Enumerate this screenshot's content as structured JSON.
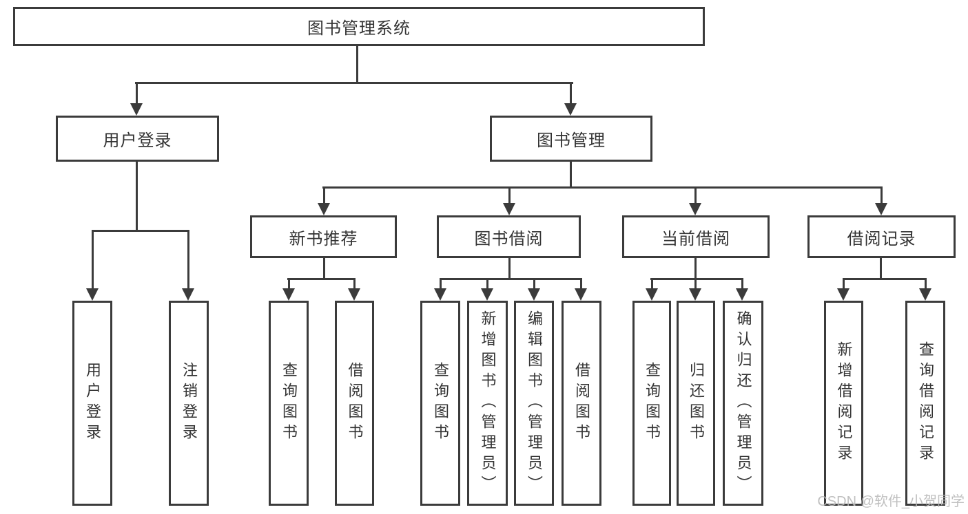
{
  "diagram_title": "图书管理系统",
  "nodes": {
    "root": "图书管理系统",
    "user_login": "用户登录",
    "book_mgmt": "图书管理",
    "new_book_rec": "新书推荐",
    "book_borrow": "图书借阅",
    "current_borrow": "当前借阅",
    "borrow_records": "借阅记录",
    "leaf_user_login": "用户登录",
    "leaf_logout": "注销登录",
    "leaf_rec_query_book": "查询图书",
    "leaf_rec_borrow_book": "借阅图书",
    "leaf_bor_query_book": "查询图书",
    "leaf_bor_add_book": "新增图书（管理员）",
    "leaf_bor_edit_book": "编辑图书（管理员）",
    "leaf_bor_borrow_book": "借阅图书",
    "leaf_cur_query_book": "查询图书",
    "leaf_cur_return_book": "归还图书",
    "leaf_cur_confirm_return": "确认归还（管理员）",
    "leaf_log_add_record": "新增借阅记录",
    "leaf_log_query_record": "查询借阅记录"
  },
  "watermark": "CSDN @软件_小贺同学",
  "colors": {
    "line": "#3b3b3b",
    "text": "#333333",
    "background": "#ffffff",
    "watermark": "#b9b9b9"
  }
}
